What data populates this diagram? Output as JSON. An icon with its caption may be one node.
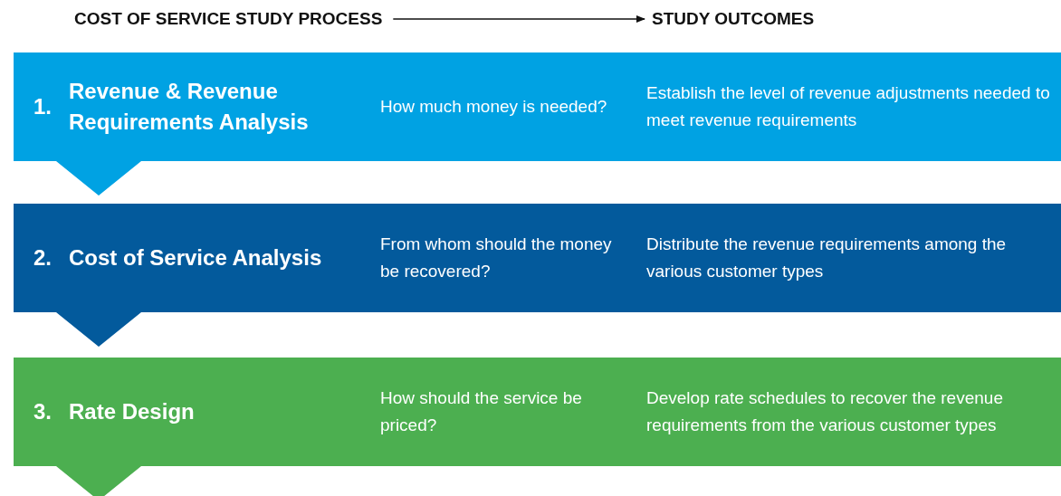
{
  "diagram": {
    "nodes": [
      {
        "text": [
          "COST OF SERVICE STUDY PROCESS"
        ]
      },
      {
        "text": [
          "STUDY OUTCOMES"
        ]
      },
      {
        "text": [
          "1.",
          "Revenue & Revenue Requirements Analysis",
          "How much money is needed?",
          "Establish the level of revenue adjustments needed to meet revenue requirements"
        ]
      },
      {
        "text": [
          "2.",
          "Cost of Service Analysis",
          "From whom should the money be recovered?",
          "Distribute the revenue requirements among the various customer types"
        ]
      },
      {
        "text": [
          "3.",
          "Rate Design",
          "How should the service be priced?",
          "Develop rate schedules to recover the revenue requirements from the various customer types"
        ]
      }
    ],
    "edges": [
      {
        "from": 0,
        "to": 1,
        "arrow": "to"
      }
    ]
  }
}
